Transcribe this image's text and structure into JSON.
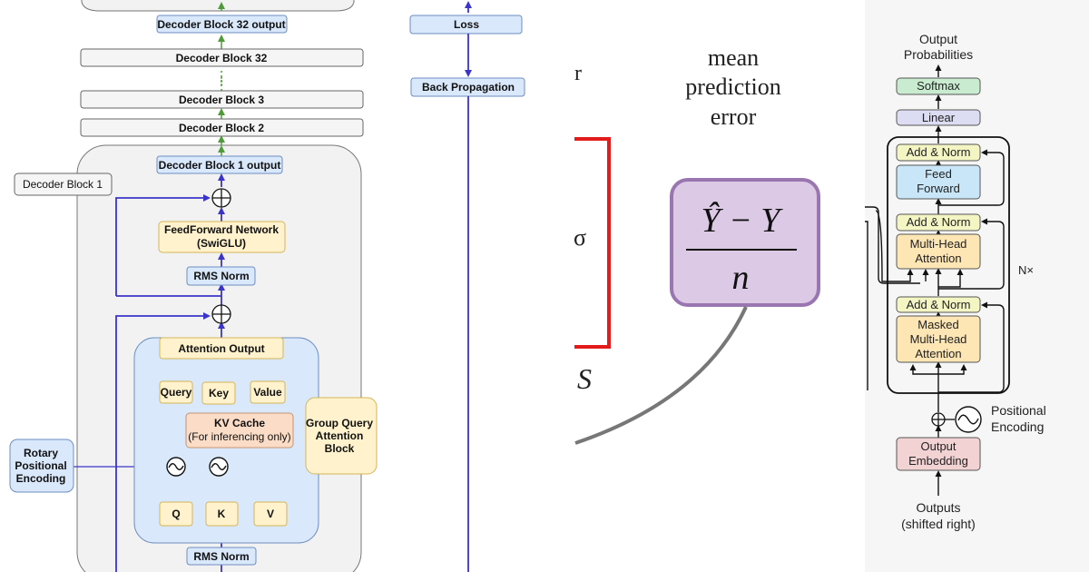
{
  "llama": {
    "decoder_block_32_output": "Decoder Block 32 output",
    "decoder_block_32": "Decoder Block 32",
    "ellipsis": "⋮",
    "decoder_block_3": "Decoder Block 3",
    "decoder_block_2": "Decoder Block 2",
    "decoder_block_1_output": "Decoder Block 1 output",
    "decoder_block_1_label": "Decoder Block 1",
    "feedforward_line1": "FeedForward Network",
    "feedforward_line2": "(SwiGLU)",
    "rms_norm_top": "RMS Norm",
    "attention_output": "Attention Output",
    "query": "Query",
    "key": "Key",
    "value": "Value",
    "kv_cache_line1": "KV Cache",
    "kv_cache_line2": "(For inferencing only)",
    "gqa_line1": "Group Query",
    "gqa_line2": "Attention",
    "gqa_line3": "Block",
    "rope_line1": "Rotary",
    "rope_line2": "Positional",
    "rope_line3": "Encoding",
    "q": "Q",
    "k": "K",
    "v": "V",
    "rms_norm_bottom": "RMS Norm"
  },
  "training": {
    "loss": "Loss",
    "back_propagation": "Back Propagation"
  },
  "formula": {
    "fragment_r": "r",
    "fragment_sigma": "σ",
    "fragment_s": "S",
    "caption_line1": "mean",
    "caption_line2": "prediction",
    "caption_line3": "error",
    "numerator": "Ŷ − Y",
    "denominator": "n"
  },
  "transformer": {
    "output_probabilities_line1": "Output",
    "output_probabilities_line2": "Probabilities",
    "softmax": "Softmax",
    "linear": "Linear",
    "add_norm_1": "Add & Norm",
    "feed_forward_line1": "Feed",
    "feed_forward_line2": "Forward",
    "add_norm_2": "Add & Norm",
    "mha_line1": "Multi-Head",
    "mha_line2": "Attention",
    "nx": "N×",
    "add_norm_3": "Add & Norm",
    "masked_line1": "Masked",
    "masked_line2": "Multi-Head",
    "masked_line3": "Attention",
    "positional_line1": "Positional",
    "positional_line2": "Encoding",
    "embedding_line1": "Output",
    "embedding_line2": "Embedding",
    "outputs_line1": "Outputs",
    "outputs_line2": "(shifted right)"
  },
  "colors": {
    "flow_blue": "#3b34c9",
    "residual_green": "#4f9a3a",
    "highlight_red": "#e31b1b",
    "formula_purple": "#9a76b0",
    "formula_fill": "#dcc9e6"
  }
}
